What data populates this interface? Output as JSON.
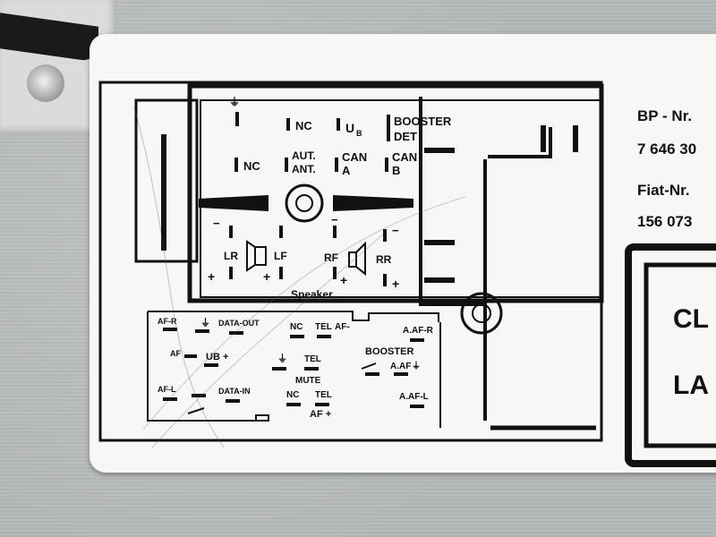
{
  "diagram": {
    "top": {
      "ground_symbol": "⏚",
      "nc1": "NC",
      "ub": "U",
      "ub_sub": "B",
      "booster_det_1": "BOOSTER",
      "booster_det_2": "DET",
      "nc2": "NC",
      "aut_ant_1": "AUT.",
      "aut_ant_2": "ANT.",
      "can_a_1": "CAN",
      "can_a_2": "A",
      "can_b_1": "CAN",
      "can_b_2": "B"
    },
    "speaker": {
      "lr": "LR",
      "lf": "LF",
      "rf": "RF",
      "rr": "RR",
      "label": "Speaker",
      "minus": "−",
      "plus": "+"
    },
    "bottom": {
      "af_r": "AF-R",
      "data_out": "DATA-OUT",
      "nc_a": "NC",
      "tel_a": "TEL",
      "af_minus": "AF-",
      "a_af_r": "A.AF-R",
      "af_gnd": "AF",
      "ub_plus": "UB +",
      "booster": "BOOSTER",
      "a_af": "A.AF",
      "tel_b": "TEL",
      "mute": "MUTE",
      "af_l": "AF-L",
      "data_in": "DATA-IN",
      "nc_b": "NC",
      "tel_c": "TEL",
      "af_plus": "AF +",
      "a_af_l": "A.AF-L"
    }
  },
  "right_info": {
    "bp_label": "BP - Nr.",
    "bp_value": "7 646 30",
    "fiat_label": "Fiat-Nr.",
    "fiat_value": "156 073",
    "box_line1": "CL",
    "box_line2": "LA"
  }
}
